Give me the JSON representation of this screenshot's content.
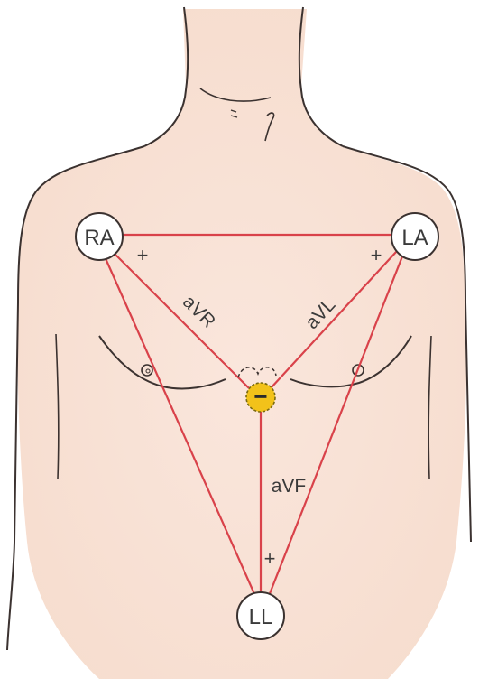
{
  "colors": {
    "skin": "#f8e2d6",
    "outline": "#3b3230",
    "lead": "#d9424a",
    "electrode_fill": "#ffffff",
    "ground_fill": "#f2c21a",
    "ground_outline": "#7a6a10"
  },
  "electrodes": {
    "ra": "RA",
    "la": "LA",
    "ll": "LL"
  },
  "leads": {
    "avr": "aVR",
    "avl": "aVL",
    "avf": "aVF"
  },
  "polarity": {
    "positive": "+",
    "negative": "−"
  }
}
